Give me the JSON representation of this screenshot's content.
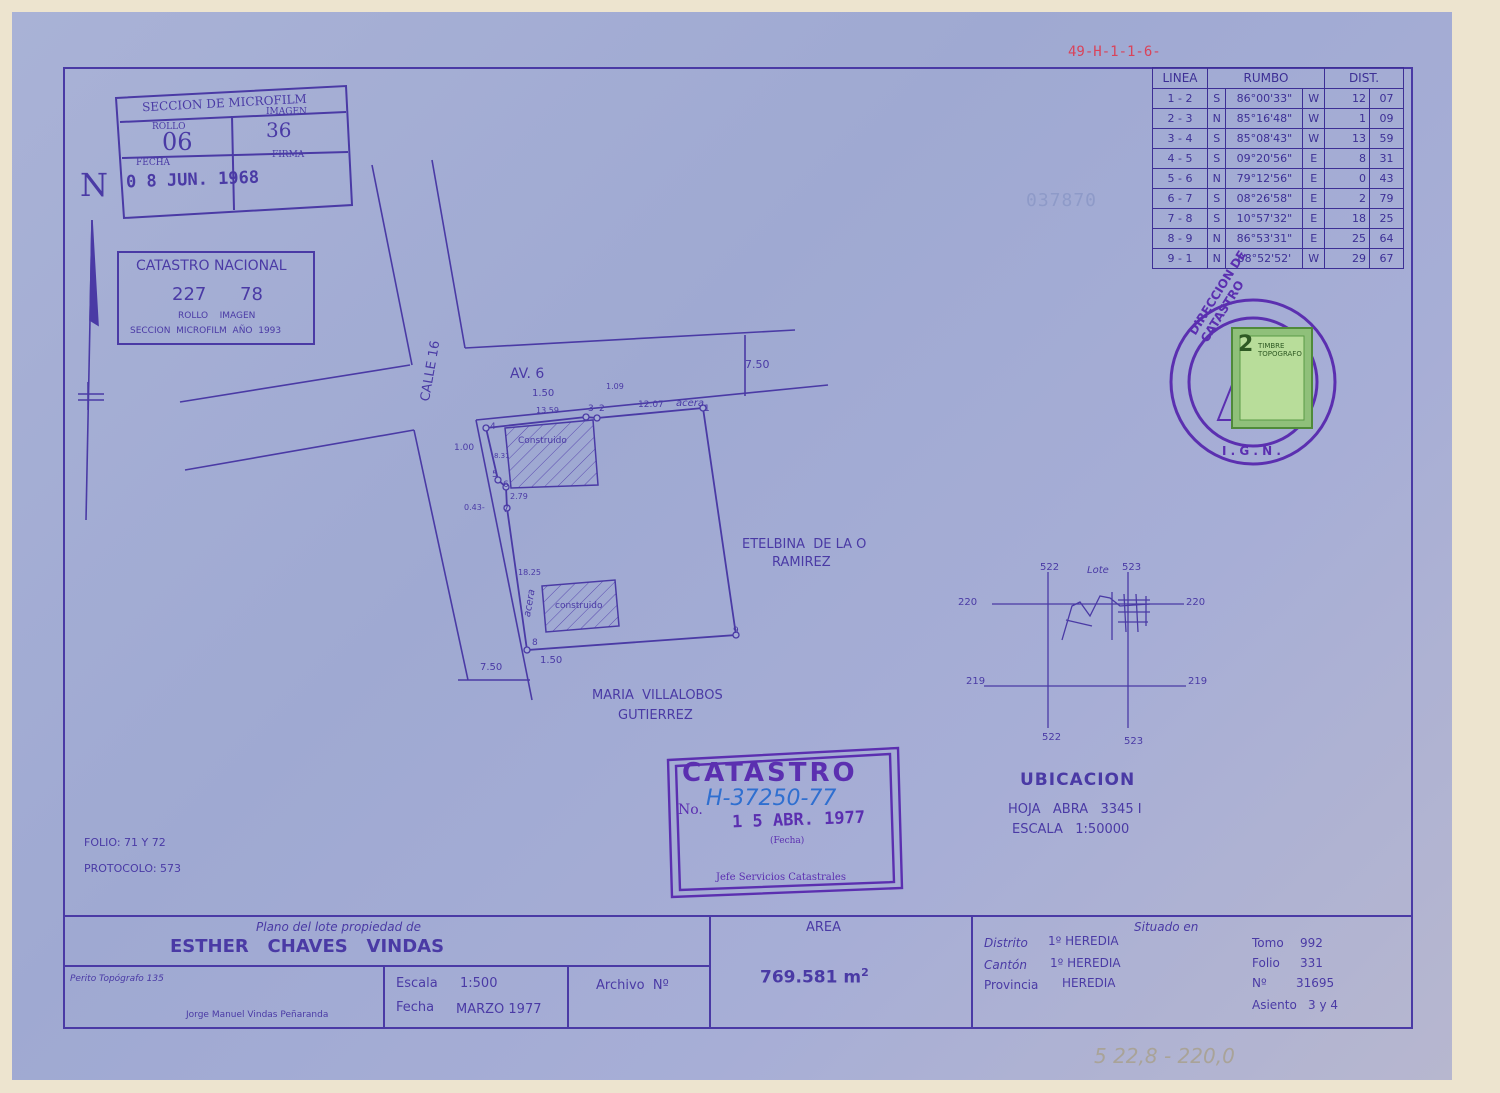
{
  "header_ref": "49-H-1-1-6-",
  "ghost_stamp": "037870",
  "north_label": "N",
  "microfilm_stamp": {
    "title": "SECCION DE MICROFILM",
    "rollo_label": "ROLLO",
    "rollo_value": "06",
    "imagen_label": "IMAGEN",
    "imagen_value": "36",
    "fecha_label": "FECHA",
    "fecha_value": "0 8  JUN. 1968",
    "firma_label": "FIRMA"
  },
  "catastro_nacional": {
    "title": "CATASTRO NACIONAL",
    "rollo": "227",
    "imagen": "78",
    "sub": "ROLLO    IMAGEN",
    "footer": "SECCION  MICROFILM  AÑO  1993"
  },
  "table": {
    "headers": [
      "LINEA",
      "RUMBO",
      "DIST."
    ],
    "rows": [
      {
        "linea": "1 - 2",
        "ns": "S",
        "angle": "86°00'33\"",
        "ew": "W",
        "dist": "12",
        "dec": "07"
      },
      {
        "linea": "2 - 3",
        "ns": "N",
        "angle": "85°16'48\"",
        "ew": "W",
        "dist": "1",
        "dec": "09"
      },
      {
        "linea": "3 - 4",
        "ns": "S",
        "angle": "85°08'43\"",
        "ew": "W",
        "dist": "13",
        "dec": "59"
      },
      {
        "linea": "4 - 5",
        "ns": "S",
        "angle": "09°20'56\"",
        "ew": "E",
        "dist": "8",
        "dec": "31"
      },
      {
        "linea": "5 - 6",
        "ns": "N",
        "angle": "79°12'56\"",
        "ew": "E",
        "dist": "0",
        "dec": "43"
      },
      {
        "linea": "6 - 7",
        "ns": "S",
        "angle": "08°26'58\"",
        "ew": "E",
        "dist": "2",
        "dec": "79"
      },
      {
        "linea": "7 - 8",
        "ns": "S",
        "angle": "10°57'32\"",
        "ew": "E",
        "dist": "18",
        "dec": "25"
      },
      {
        "linea": "8 - 9",
        "ns": "N",
        "angle": "86°53'31\"",
        "ew": "E",
        "dist": "25",
        "dec": "64"
      },
      {
        "linea": "9 - 1",
        "ns": "N",
        "angle": "08°52'52'",
        "ew": "W",
        "dist": "29",
        "dec": "67"
      }
    ]
  },
  "ign_stamp": {
    "ring_text": "DIRECCION DE CATASTRO",
    "bottom": "I . G . N .",
    "tax_stamp_value": "2",
    "tax_stamp_text1": "TIMBRE",
    "tax_stamp_text2": "TOPOGRAFO"
  },
  "map": {
    "street_calle": "CALLE 16",
    "street_av": "AV. 6",
    "dim_750_top": "7.50",
    "dim_150_top": "1.50",
    "dim_109": "1.09",
    "seg_1359": "13.59",
    "seg_1207": "12.07",
    "acera_top": "acera",
    "dim_100": "1.00",
    "seg_831": "8.31",
    "dim_043": "0.43-",
    "seg_279": "2.79",
    "seg_1825": "18.25",
    "acera_side": "acera",
    "dim_750_bottom": "7.50",
    "dim_150_bottom": "1.50",
    "construido1": "Construido",
    "construido2": "construido",
    "pt1": "1",
    "pt2": "2",
    "pt3": "3",
    "pt4": "4",
    "pt5": "5",
    "pt6": "6",
    "pt7": "7",
    "pt8": "8",
    "pt9": "9",
    "neighbor_east_1": "ETELBINA  DE LA O",
    "neighbor_east_2": "RAMIREZ",
    "neighbor_south_1": "MARIA  VILLALOBOS",
    "neighbor_south_2": "GUTIERREZ"
  },
  "location": {
    "label_522_top": "522",
    "label_523_top": "523",
    "label_lote": "Lote",
    "label_220_left": "220",
    "label_220_right": "220",
    "label_219_left": "219",
    "label_219_right": "219",
    "label_522_bottom": "522",
    "label_523_bottom": "523",
    "title": "UBICACION",
    "hoja": "HOJA   ABRA   3345 I",
    "escala": "ESCALA   1:50000"
  },
  "catastro_stamp": {
    "title": "CATASTRO",
    "no_label": "No.",
    "number": "H-37250-77",
    "date": "1 5 ABR. 1977",
    "fecha_label": "(Fecha)",
    "signer": "Jefe Servicios Catastrales"
  },
  "folio": "FOLIO: 71 Y 72",
  "protocolo": "PROTOCOLO: 573",
  "footer": {
    "plano_label": "Plano del lote propiedad de",
    "owner": "ESTHER   CHAVES   VINDAS",
    "perito_label": "Perito Topógrafo 135",
    "perito_name": "Jorge Manuel Vindas Peñaranda",
    "escala_label": "Escala",
    "escala_value": "1:500",
    "fecha_label": "Fecha",
    "fecha_value": "MARZO 1977",
    "archivo_label": "Archivo  Nº",
    "area_label": "AREA",
    "area_value": "769.581",
    "area_unit": "m",
    "area_sup": "2",
    "situado_label": "Situado en",
    "distrito_label": "Distrito",
    "distrito_value": "1º HEREDIA",
    "canton_label": "Cantón",
    "canton_value": "1º HEREDIA",
    "provincia_label": "Provincia",
    "provincia_value": "HEREDIA",
    "tomo_label": "Tomo",
    "tomo_value": "992",
    "folio_label": "Folio",
    "folio_value": "331",
    "no_label": "Nº",
    "no_value": "31695",
    "asiento_label": "Asiento",
    "asiento_value": "3 y 4"
  },
  "bottom_note": "5 22,8 - 220,0"
}
